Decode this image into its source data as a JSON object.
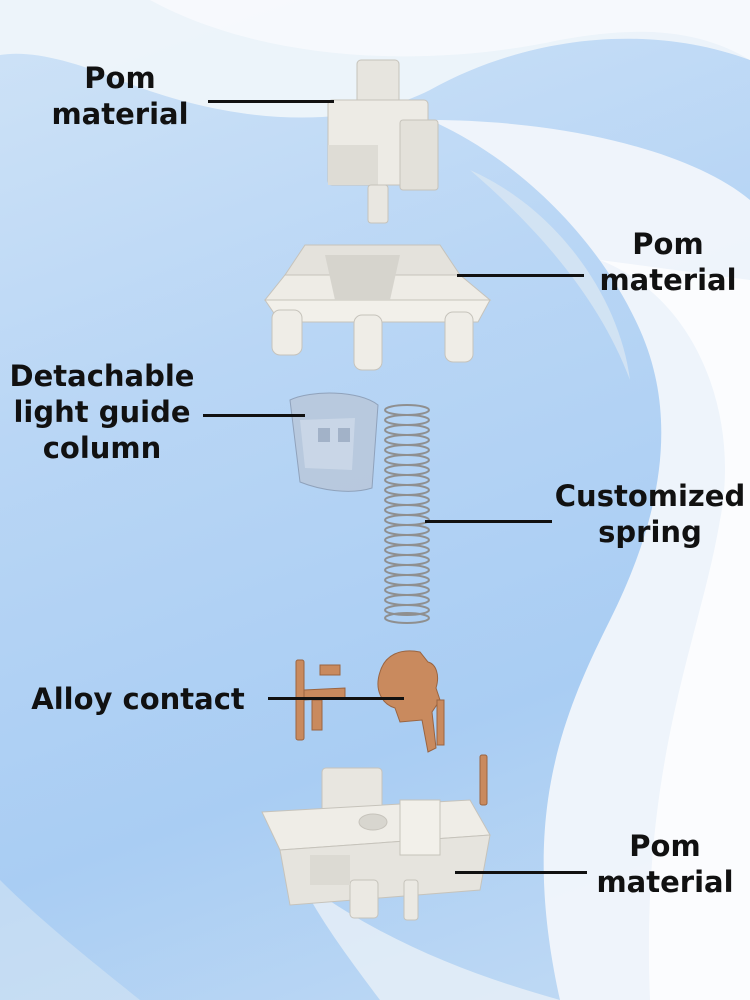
{
  "labels": {
    "stem": [
      "Pom",
      "material"
    ],
    "top_housing": [
      "Pom",
      "material"
    ],
    "light_guide": [
      "Detachable",
      "light guide",
      "column"
    ],
    "spring": [
      "Customized",
      "spring"
    ],
    "contact": [
      "Alloy contact"
    ],
    "bottom_housing": [
      "Pom",
      "material"
    ]
  },
  "colors": {
    "background": "#b9d6f5",
    "drape": "#f4f8fc",
    "pom": "#ecebe6",
    "pom_shadow": "#c9c7c0",
    "copper": "#c98a5e",
    "spring": "#9c9c9c",
    "light_guide": "#aebfd6",
    "text": "#111111"
  }
}
